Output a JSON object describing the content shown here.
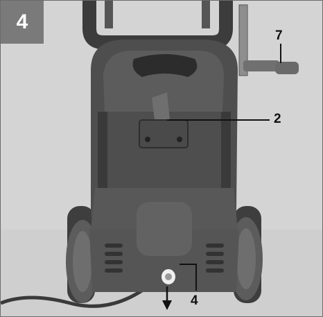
{
  "figure": {
    "number": "4",
    "callouts": [
      {
        "id": "callout-7",
        "label": "7"
      },
      {
        "id": "callout-2",
        "label": "2"
      },
      {
        "id": "callout-4",
        "label": "4"
      }
    ],
    "colors": {
      "background": "#d2d2d2",
      "badge": "#7a7a7a",
      "housing_dark": "#4a4a4a",
      "housing_mid": "#6a6a6a",
      "wheel": "#5a5a5a",
      "line": "#111111"
    }
  }
}
